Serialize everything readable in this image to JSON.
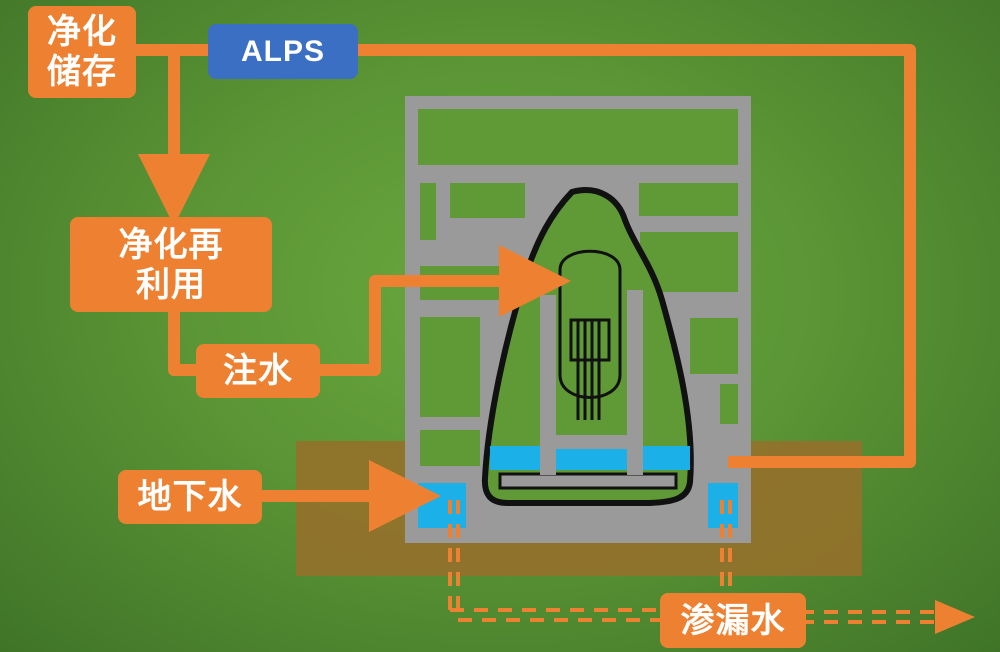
{
  "labels": {
    "storage": "净化\n储存",
    "alps": "ALPS",
    "reuse": "净化再\n利用",
    "injection": "注水",
    "groundwater": "地下水",
    "leak": "渗漏水"
  },
  "colors": {
    "background": "#5b9535",
    "arrow": "#ed8131",
    "alps_box": "#3a6fc4",
    "building": "#9a9a9a",
    "water": "#1bb0e8",
    "ground": "#94712b",
    "containment_outline": "#111111"
  }
}
